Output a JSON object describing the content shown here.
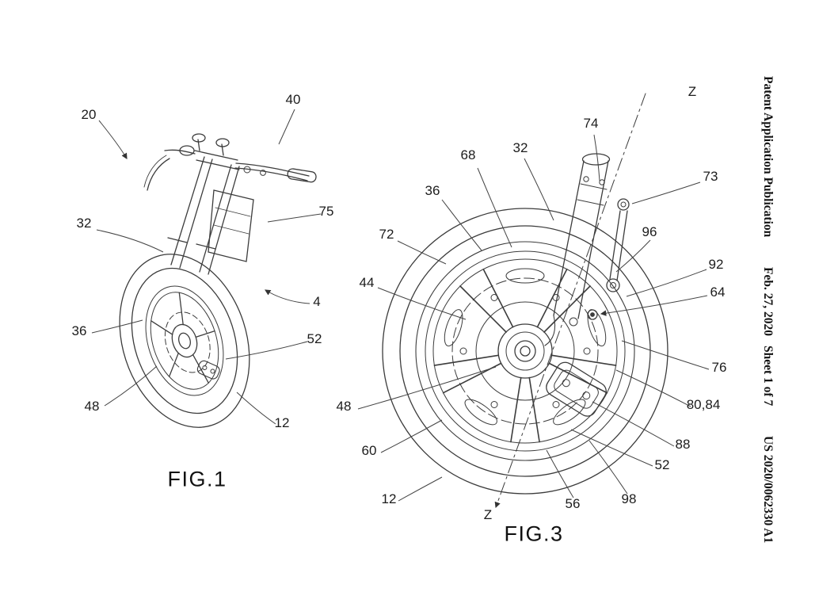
{
  "header": {
    "publication": "Patent Application Publication",
    "date": "Feb. 27, 2020",
    "sheet": "Sheet 1 of 7",
    "doc_number": "US 2020/0062330 A1"
  },
  "fig1": {
    "label": "FIG.1",
    "refs": {
      "r20": "20",
      "r40": "40",
      "r75": "75",
      "r32": "32",
      "r4": "4",
      "r36": "36",
      "r52": "52",
      "r48": "48",
      "r12": "12"
    }
  },
  "fig3": {
    "label": "FIG.3",
    "refs": {
      "z_top": "Z",
      "r74": "74",
      "r32": "32",
      "r68": "68",
      "r73": "73",
      "r36": "36",
      "r96": "96",
      "r72": "72",
      "r92": "92",
      "r44": "44",
      "r64": "64",
      "r76": "76",
      "r80_84": "80,84",
      "r48": "48",
      "r88": "88",
      "r60": "60",
      "r52": "52",
      "r12": "12",
      "r56": "56",
      "r98": "98",
      "z_bottom": "Z"
    }
  }
}
